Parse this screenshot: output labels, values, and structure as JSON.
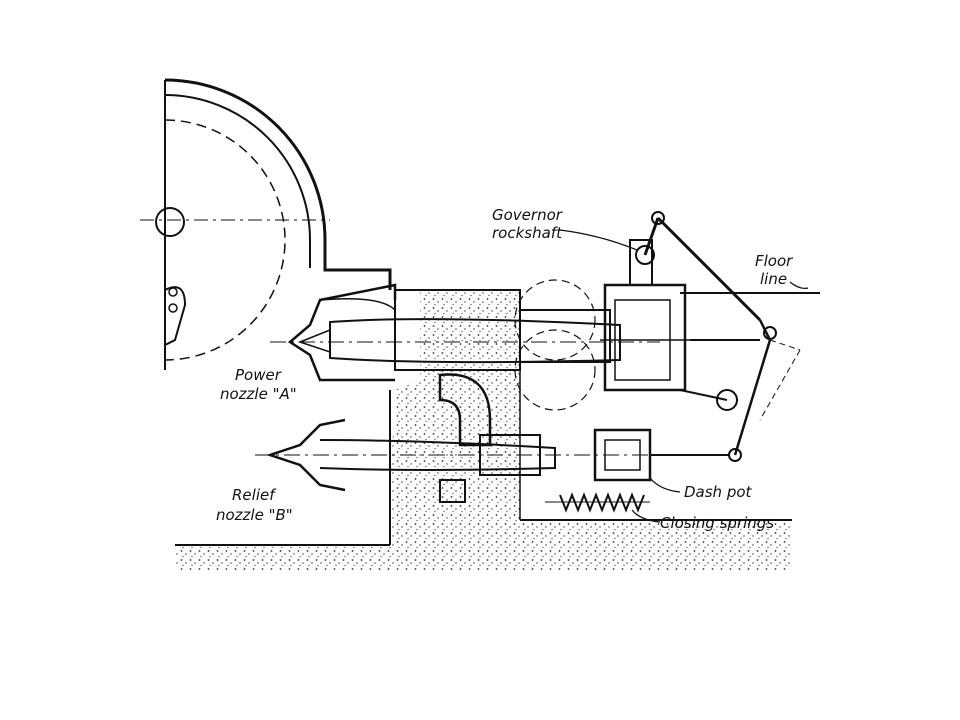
{
  "figure": {
    "colors": {
      "ink": "#111111",
      "paper": "#ffffff",
      "stipple": "#333333"
    },
    "labels": {
      "governor": [
        "Governor",
        "rockshaft"
      ],
      "floor": [
        "Floor",
        "line"
      ],
      "power_nozzle": [
        "Power",
        "nozzle \"A\""
      ],
      "relief_nozzle": [
        "Relief",
        "nozzle \"B\""
      ],
      "dash_pot": "Dash pot",
      "closing_springs": "Closing springs"
    }
  }
}
